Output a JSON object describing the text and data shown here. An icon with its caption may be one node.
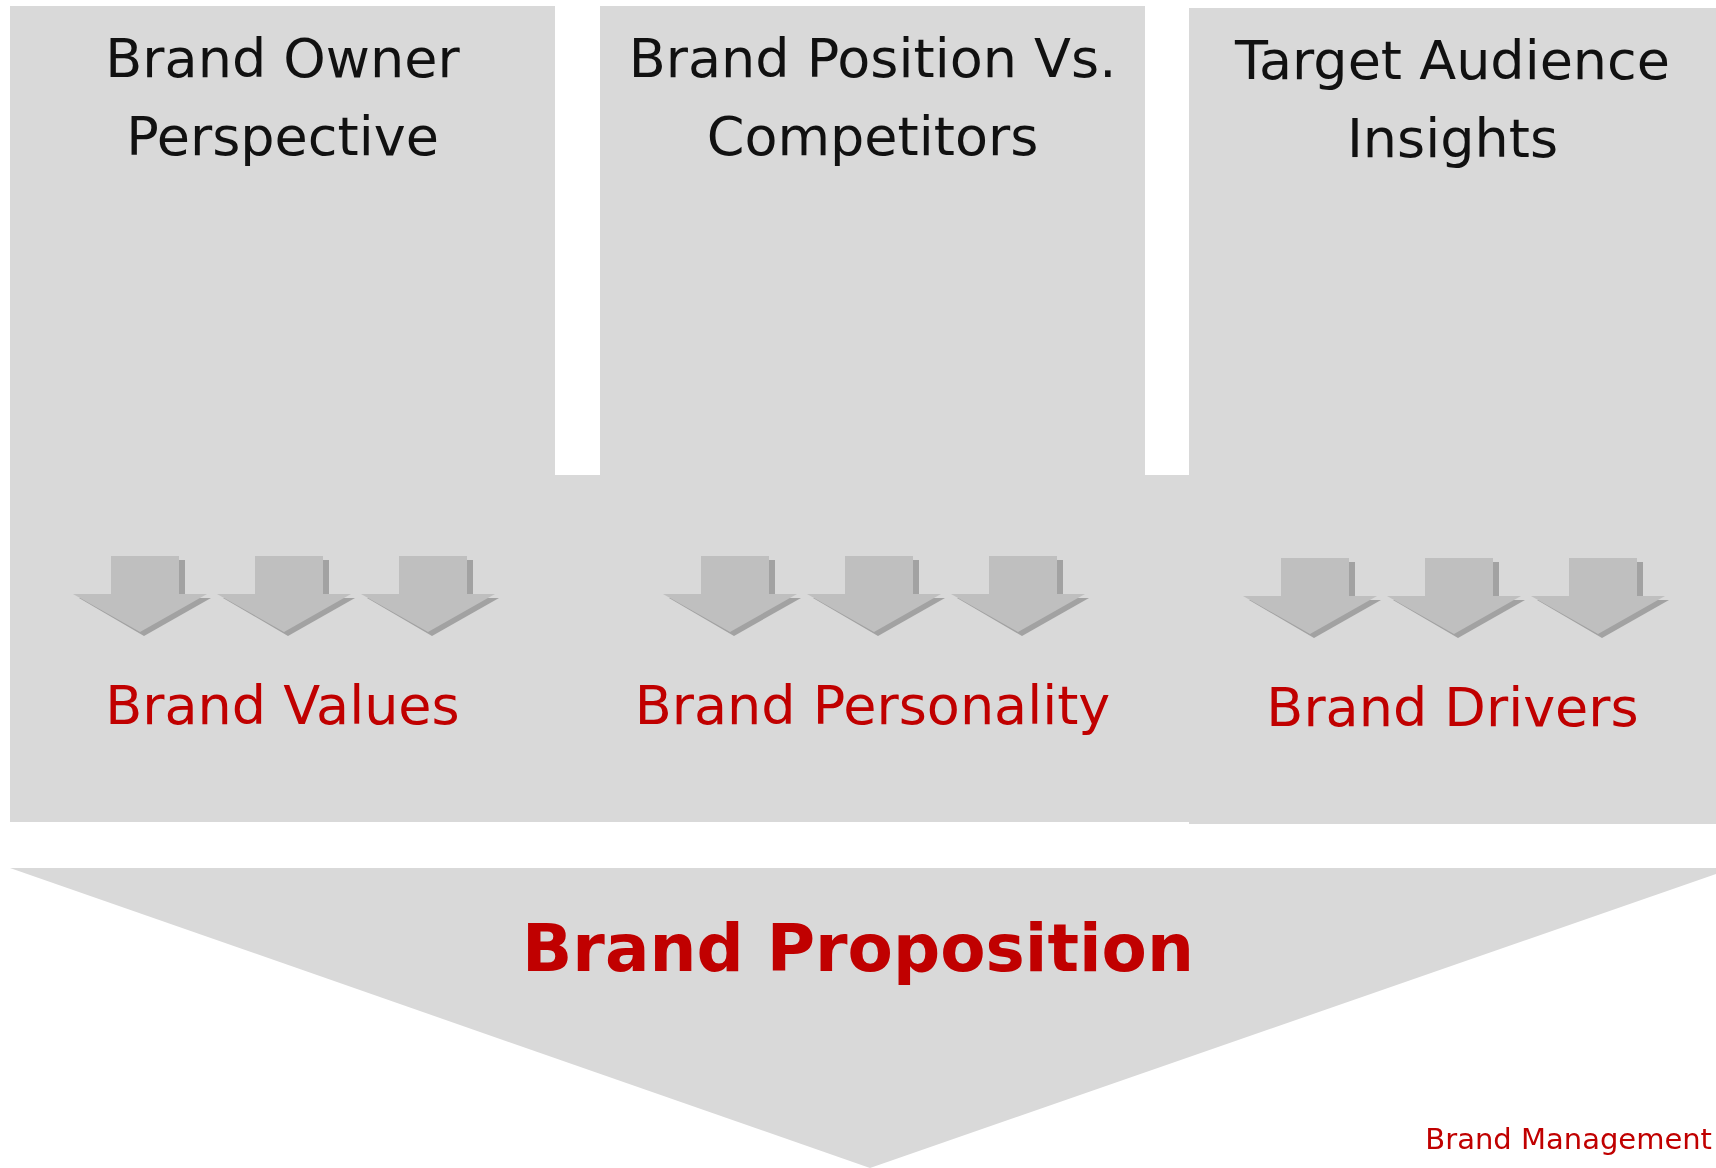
{
  "diagram": {
    "nodes": [
      {
        "text": [
          "Brand Owner Perspective",
          "Brand Values"
        ]
      },
      {
        "text": [
          "Brand Position Vs. Competitors",
          "Brand Personality"
        ]
      },
      {
        "text": [
          "Target Audience Insights",
          "Brand Drivers"
        ]
      },
      {
        "text": [
          "Brand Proposition"
        ]
      }
    ],
    "edges": [],
    "labels": [
      "Brand Management"
    ]
  }
}
